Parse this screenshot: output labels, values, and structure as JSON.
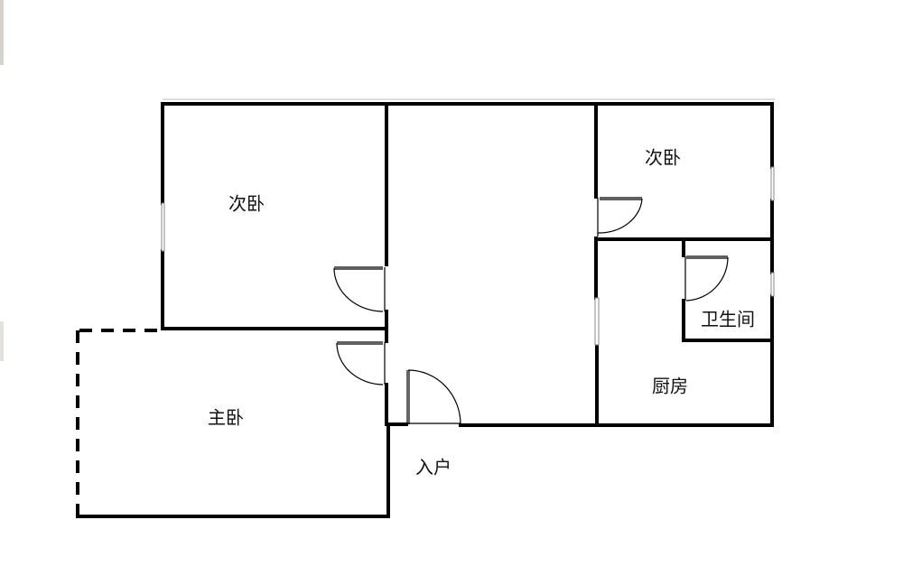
{
  "floorplan": {
    "rooms": {
      "second_bedroom_left": "次卧",
      "second_bedroom_right": "次卧",
      "bathroom": "卫生间",
      "kitchen": "厨房",
      "master_bedroom": "主卧",
      "entrance": "入户"
    },
    "colors": {
      "wall": "#000000",
      "background": "#ffffff",
      "edge_bar": "#d8d2cc"
    }
  }
}
